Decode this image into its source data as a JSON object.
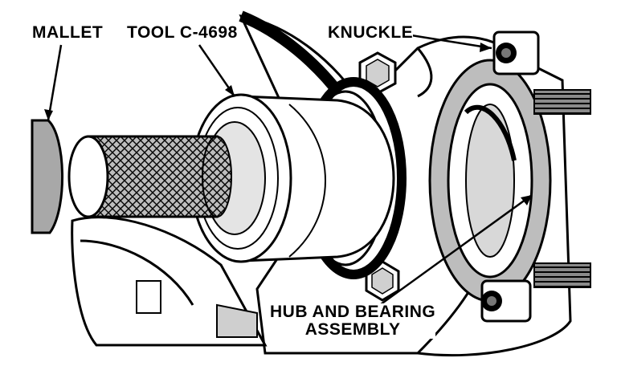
{
  "labels": {
    "mallet": "MALLET",
    "tool": "TOOL C-4698",
    "knuckle": "KNUCKLE",
    "hub_line1": "HUB AND BEARING",
    "hub_line2": "ASSEMBLY"
  },
  "colors": {
    "ink": "#000000",
    "paper": "#ffffff",
    "shade": "#9a9a9a",
    "light_shade": "#cfcfcf"
  }
}
